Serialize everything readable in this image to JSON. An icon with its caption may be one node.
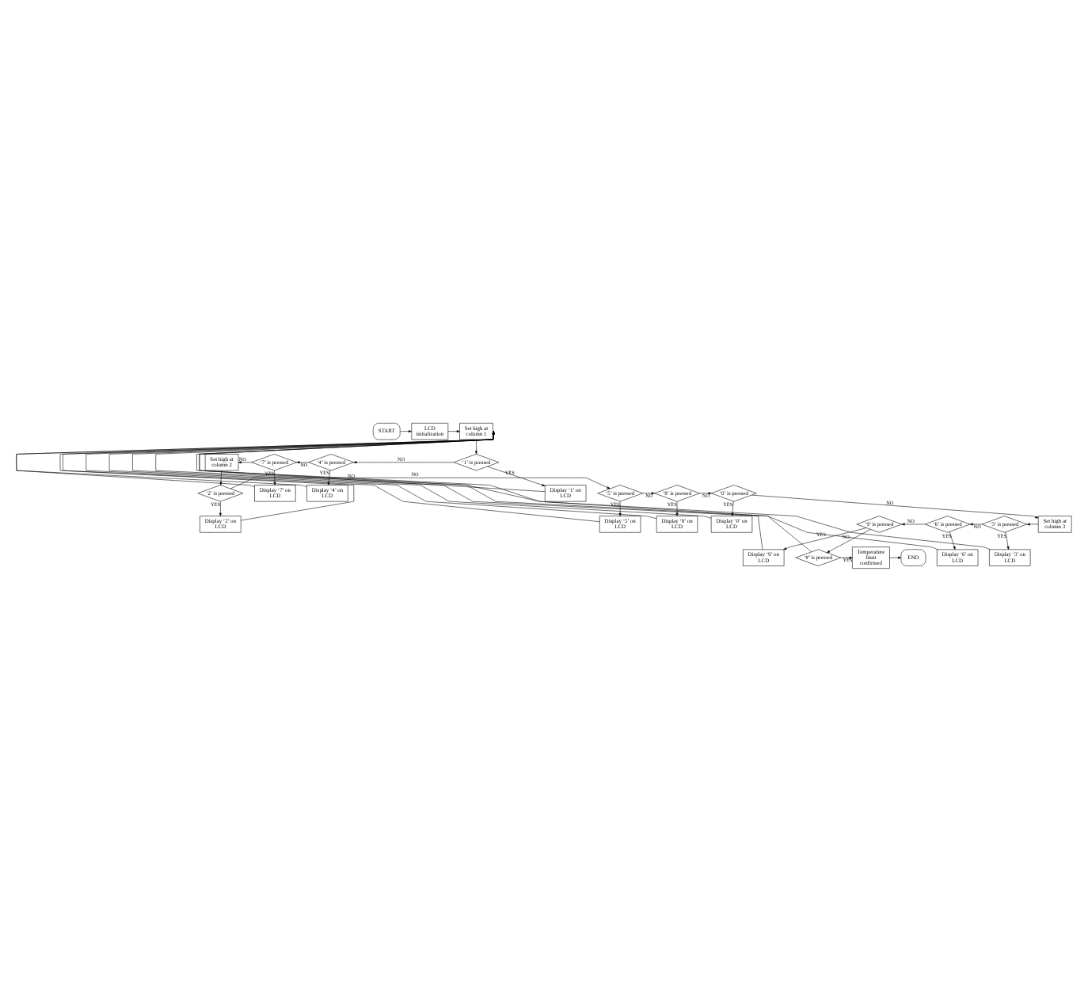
{
  "diagram": {
    "nodes": [
      {
        "text": [
          "START"
        ]
      },
      {
        "text": [
          "LCD initialization"
        ]
      },
      {
        "text": [
          "Set high at column 1"
        ]
      },
      {
        "text": [
          "‘1’ is pressed"
        ]
      },
      {
        "text": [
          "‘4’ is pressed"
        ]
      },
      {
        "text": [
          "‘7’ is pressed"
        ]
      },
      {
        "text": [
          "Set high at column 2"
        ]
      },
      {
        "text": [
          "Display ‘1’ on LCD"
        ]
      },
      {
        "text": [
          "Display ‘4’ on LCD"
        ]
      },
      {
        "text": [
          "Display ‘7’ on LCD"
        ]
      },
      {
        "text": [
          "‘2’ is pressed"
        ]
      },
      {
        "text": [
          "‘5’ is pressed"
        ]
      },
      {
        "text": [
          "‘8’ is pressed"
        ]
      },
      {
        "text": [
          "‘0’ is pressed"
        ]
      },
      {
        "text": [
          "Display ‘2’ on LCD"
        ]
      },
      {
        "text": [
          "Display ‘5’ on LCD"
        ]
      },
      {
        "text": [
          "Display ‘8’ on LCD"
        ]
      },
      {
        "text": [
          "Display ‘0’ on LCD"
        ]
      },
      {
        "text": [
          "‘9’ is pressed"
        ]
      },
      {
        "text": [
          "‘6’ is pressed"
        ]
      },
      {
        "text": [
          "‘3’ is pressed"
        ]
      },
      {
        "text": [
          "Set high at column 3"
        ]
      },
      {
        "text": [
          "Display ‘9’ on LCD"
        ]
      },
      {
        "text": [
          "Display ‘6’ on LCD"
        ]
      },
      {
        "text": [
          "Display ‘3’ on LCD"
        ]
      },
      {
        "text": [
          "‘#’ is pressed"
        ]
      },
      {
        "text": [
          "Temperature limit confirmed"
        ]
      },
      {
        "text": [
          "END"
        ]
      }
    ],
    "edges": [
      {
        "from": 0,
        "to": 1,
        "arrow": "to"
      },
      {
        "from": 1,
        "to": 2,
        "arrow": "to"
      },
      {
        "from": 2,
        "to": 3,
        "arrow": "to"
      },
      {
        "from": 3,
        "to": 4,
        "arrow": "to",
        "label": "NO"
      },
      {
        "from": 4,
        "to": 5,
        "arrow": "to",
        "label": "NO"
      },
      {
        "from": 5,
        "to": 6,
        "arrow": "to",
        "label": "NO"
      },
      {
        "from": 3,
        "to": 7,
        "arrow": "to",
        "label": "YES"
      },
      {
        "from": 4,
        "to": 8,
        "arrow": "to",
        "label": "YES"
      },
      {
        "from": 5,
        "to": 9,
        "arrow": "to",
        "label": "YES"
      },
      {
        "from": 7,
        "to": 2,
        "arrow": "to"
      },
      {
        "from": 8,
        "to": 2,
        "arrow": "to"
      },
      {
        "from": 9,
        "to": 2,
        "arrow": "to"
      },
      {
        "from": 6,
        "to": 10,
        "arrow": "to"
      },
      {
        "from": 10,
        "to": 11,
        "arrow": "to",
        "label": "NO"
      },
      {
        "from": 11,
        "to": 12,
        "arrow": "to",
        "label": "NO"
      },
      {
        "from": 12,
        "to": 13,
        "arrow": "to",
        "label": "NO"
      },
      {
        "from": 10,
        "to": 14,
        "arrow": "to",
        "label": "YES"
      },
      {
        "from": 11,
        "to": 15,
        "arrow": "to",
        "label": "YES"
      },
      {
        "from": 12,
        "to": 16,
        "arrow": "to",
        "label": "YES"
      },
      {
        "from": 13,
        "to": 17,
        "arrow": "to",
        "label": "YES"
      },
      {
        "from": 14,
        "to": 2,
        "arrow": "to"
      },
      {
        "from": 15,
        "to": 2,
        "arrow": "to"
      },
      {
        "from": 16,
        "to": 2,
        "arrow": "to"
      },
      {
        "from": 17,
        "to": 2,
        "arrow": "to"
      },
      {
        "from": 13,
        "to": 21,
        "arrow": "to",
        "label": "NO"
      },
      {
        "from": 21,
        "to": 20,
        "arrow": "to"
      },
      {
        "from": 20,
        "to": 19,
        "arrow": "to",
        "label": "NO"
      },
      {
        "from": 19,
        "to": 18,
        "arrow": "to",
        "label": "NO"
      },
      {
        "from": 20,
        "to": 24,
        "arrow": "to",
        "label": "YES"
      },
      {
        "from": 19,
        "to": 23,
        "arrow": "to",
        "label": "YES"
      },
      {
        "from": 18,
        "to": 22,
        "arrow": "to",
        "label": "YES"
      },
      {
        "from": 22,
        "to": 2,
        "arrow": "to"
      },
      {
        "from": 23,
        "to": 2,
        "arrow": "to"
      },
      {
        "from": 24,
        "to": 2,
        "arrow": "to"
      },
      {
        "from": 18,
        "to": 25,
        "arrow": "to",
        "label": "NO"
      },
      {
        "from": 25,
        "to": 26,
        "arrow": "to",
        "label": "YES"
      },
      {
        "from": 26,
        "to": 27,
        "arrow": "to"
      },
      {
        "from": 25,
        "to": 2,
        "arrow": "to",
        "label": "NO"
      }
    ]
  }
}
